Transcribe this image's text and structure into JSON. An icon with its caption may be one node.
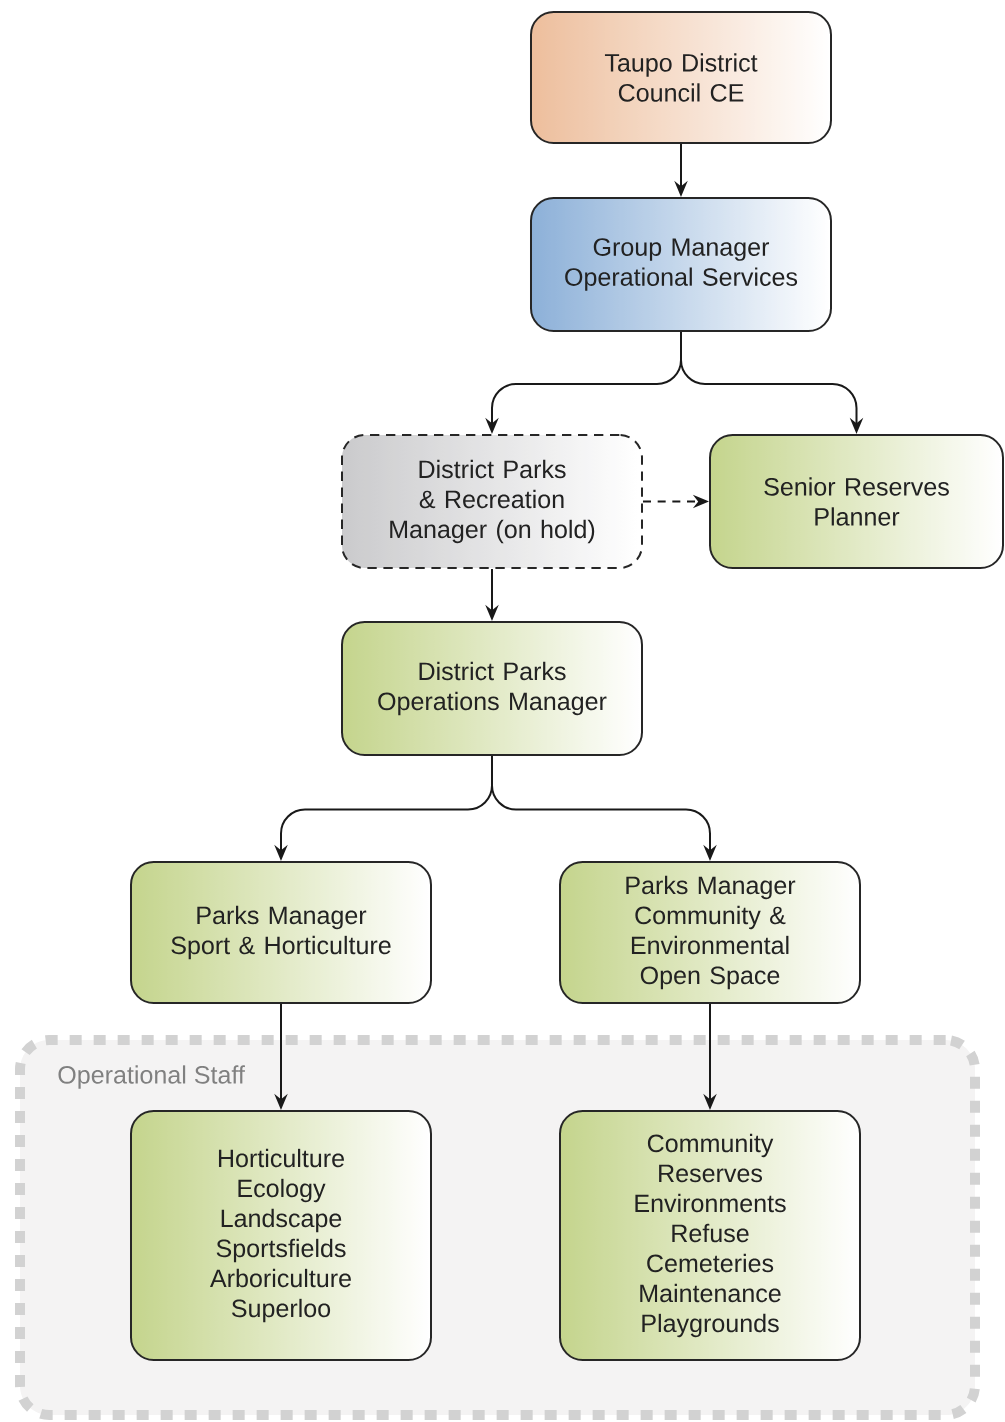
{
  "diagram": {
    "nodes": [
      {
        "text": [
          "Taupo District Council CE"
        ]
      },
      {
        "text": [
          "Group Manager Operational Services"
        ]
      },
      {
        "text": [
          "District Parks & Recreation Manager (on hold)"
        ]
      },
      {
        "text": [
          "Senior Reserves Planner"
        ]
      },
      {
        "text": [
          "District Parks Operations Manager"
        ]
      },
      {
        "text": [
          "Parks Manager Sport & Horticulture"
        ]
      },
      {
        "text": [
          "Parks Manager Community & Environmental Open Space"
        ]
      },
      {
        "text": [
          "Operational Staff"
        ]
      },
      {
        "text": [
          "Horticulture Ecology Landscape Sportsfields Arboriculture Superloo"
        ],
        "in": 7
      },
      {
        "text": [
          "Community Reserves Environments Refuse Cemeteries Maintenance Playgrounds"
        ],
        "in": 7
      }
    ],
    "edges": [
      {
        "from": 0,
        "to": 1,
        "arrow": "to"
      },
      {
        "from": 1,
        "to": 2,
        "arrow": "to"
      },
      {
        "from": 1,
        "to": 3,
        "arrow": "to"
      },
      {
        "from": 2,
        "to": 3,
        "arrow": "to",
        "style": "dashed"
      },
      {
        "from": 2,
        "to": 4,
        "arrow": "to"
      },
      {
        "from": 4,
        "to": 5,
        "arrow": "to"
      },
      {
        "from": 4,
        "to": 6,
        "arrow": "to"
      },
      {
        "from": 5,
        "to": 8,
        "arrow": "to"
      },
      {
        "from": 6,
        "to": 9,
        "arrow": "to"
      }
    ]
  }
}
